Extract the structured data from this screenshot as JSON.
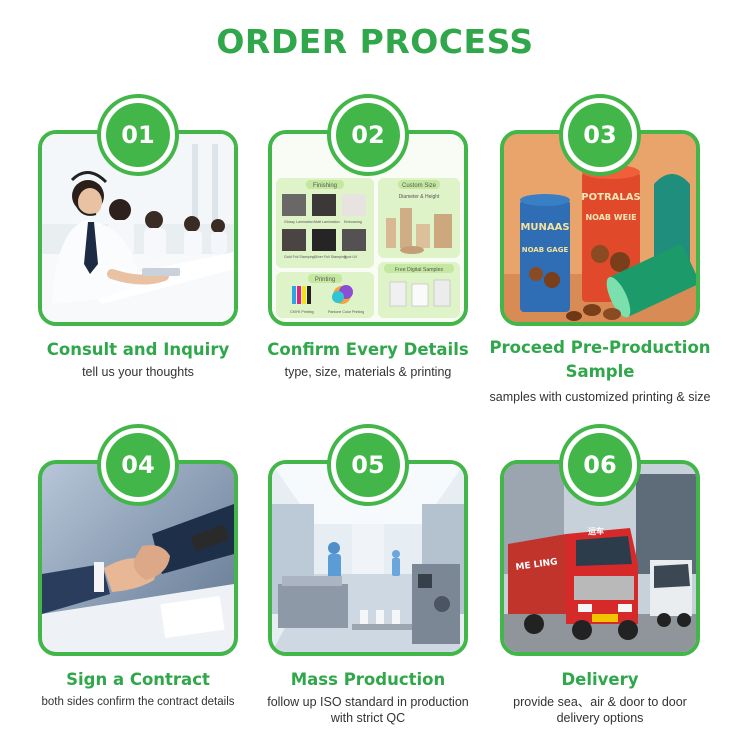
{
  "page": {
    "title": "ORDER PROCESS"
  },
  "steps": [
    {
      "number": "01",
      "title": "Consult and Inquiry",
      "description": "tell us your thoughts"
    },
    {
      "number": "02",
      "title": "Confirm Every Details",
      "description": "type, size, materials & printing",
      "card_labels": {
        "finishing": "Finishing",
        "custom_size": "Custom Size",
        "diameter_height": "Diameter & Height",
        "printing": "Printing",
        "free_samples": "Free Digital Samples",
        "glossy": "Glossy Lamination",
        "matt": "Matt Lamination",
        "embossing": "Embossing",
        "gold_foil": "Gold Foil Stamping",
        "silver_foil": "Silver Foil Stamping",
        "spot_uv": "Spot UV",
        "cmyk": "CMYK Printing",
        "pantone": "Pantone Color Printing"
      }
    },
    {
      "number": "03",
      "title_line1": "Proceed Pre-Production",
      "title_line2": "Sample",
      "description": "samples with customized printing & size",
      "product_text": {
        "left_can": "MUNAAS",
        "left_can_sub": "NOAB GAGE",
        "middle_can": "POTRALAS",
        "middle_can_sub": "NOAB WEIE"
      }
    },
    {
      "number": "04",
      "title": "Sign a Contract",
      "description": "both sides confirm the contract details"
    },
    {
      "number": "05",
      "title": "Mass Production",
      "description_line1": "follow up ISO standard in production",
      "description_line2": "with strict QC"
    },
    {
      "number": "06",
      "title": "Delivery",
      "description_line1": "provide sea、air & door to door",
      "description_line2": "delivery options",
      "truck_text": {
        "container": "ME LING",
        "cab": "运车"
      }
    }
  ],
  "colors": {
    "brand_green": "#43b649",
    "title_green": "#2fa74a"
  }
}
